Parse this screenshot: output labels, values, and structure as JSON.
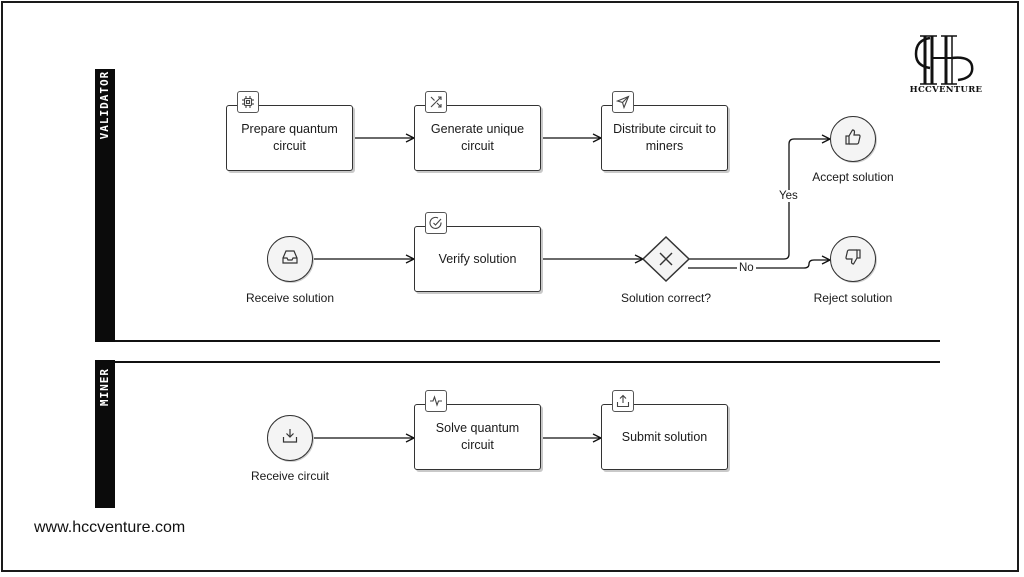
{
  "diagram": {
    "lanes": [
      {
        "id": "validator",
        "label": "VALIDATOR"
      },
      {
        "id": "miner",
        "label": "MINER"
      }
    ],
    "tasks": [
      {
        "id": "prepare",
        "label": "Prepare quantum circuit",
        "icon": "chip-icon"
      },
      {
        "id": "generate",
        "label": "Generate unique circuit",
        "icon": "shuffle-icon"
      },
      {
        "id": "distribute",
        "label": "Distribute circuit to miners",
        "icon": "send-icon"
      },
      {
        "id": "verify",
        "label": "Verify solution",
        "icon": "check-circle-icon"
      },
      {
        "id": "solve",
        "label": "Solve quantum circuit",
        "icon": "pulse-icon"
      },
      {
        "id": "submit",
        "label": "Submit solution",
        "icon": "upload-icon"
      }
    ],
    "events": [
      {
        "id": "receive_solution",
        "label": "Receive solution",
        "icon": "inbox-icon"
      },
      {
        "id": "accept",
        "label": "Accept solution",
        "icon": "thumbs-up-icon"
      },
      {
        "id": "reject",
        "label": "Reject solution",
        "icon": "thumbs-down-icon"
      },
      {
        "id": "receive_circuit",
        "label": "Receive circuit",
        "icon": "download-icon"
      }
    ],
    "gateway": {
      "id": "solution_correct",
      "label": "Solution correct?",
      "icon": "x-icon"
    },
    "flow_labels": {
      "yes": "Yes",
      "no": "No"
    }
  },
  "branding": {
    "logo_text": "HCCVENTURE",
    "website": "www.hccventure.com"
  }
}
